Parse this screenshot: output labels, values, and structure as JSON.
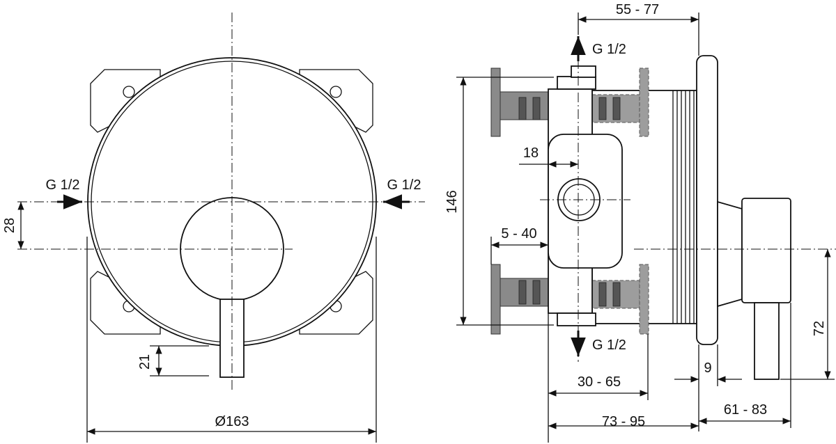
{
  "front_view": {
    "inlet_left": "G 1/2",
    "inlet_right": "G 1/2",
    "dim_offset": "28",
    "dim_lever": "21",
    "dim_diameter": "Ø163"
  },
  "side_view": {
    "outlet_top": "G 1/2",
    "outlet_bottom": "G 1/2",
    "dim_depth_top": "55 - 77",
    "dim_height": "146",
    "dim_center": "18",
    "dim_wall": "5 - 40",
    "dim_install": "30 - 65",
    "dim_total": "73 - 95",
    "dim_handle": "61 - 83",
    "dim_plate": "9",
    "dim_handle_height": "72"
  }
}
